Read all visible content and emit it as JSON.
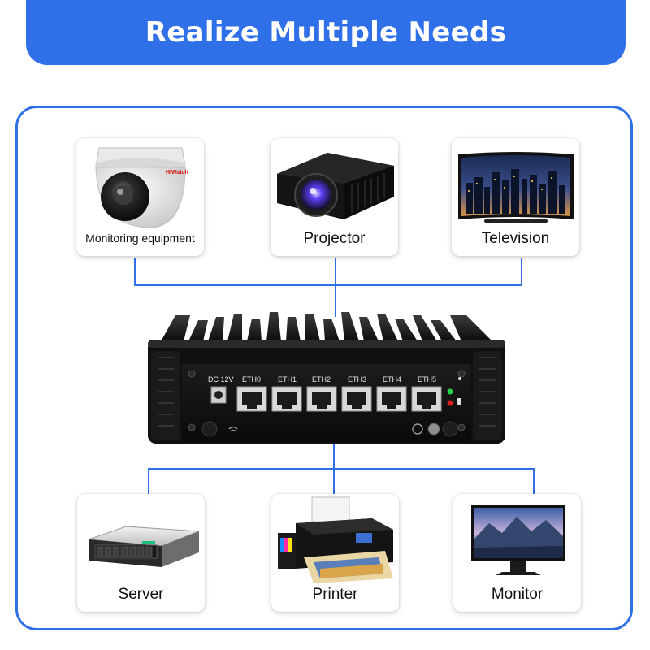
{
  "header": {
    "title": "Realize Multiple Needs"
  },
  "colors": {
    "accent": "#2f6fe8",
    "device_body": "#111111",
    "port_led_green": "#2bd14a",
    "port_led_red": "#e02020"
  },
  "top_devices": [
    {
      "label": "Monitoring equipment",
      "icon": "security-camera-icon",
      "brand_text": "HiWatch"
    },
    {
      "label": "Projector",
      "icon": "projector-icon"
    },
    {
      "label": "Television",
      "icon": "television-icon"
    }
  ],
  "bottom_devices": [
    {
      "label": "Server",
      "icon": "server-icon"
    },
    {
      "label": "Printer",
      "icon": "printer-icon"
    },
    {
      "label": "Monitor",
      "icon": "monitor-icon"
    }
  ],
  "router": {
    "power_label": "DC 12V",
    "ports": [
      "ETH0",
      "ETH1",
      "ETH2",
      "ETH3",
      "ETH4",
      "ETH5"
    ]
  }
}
